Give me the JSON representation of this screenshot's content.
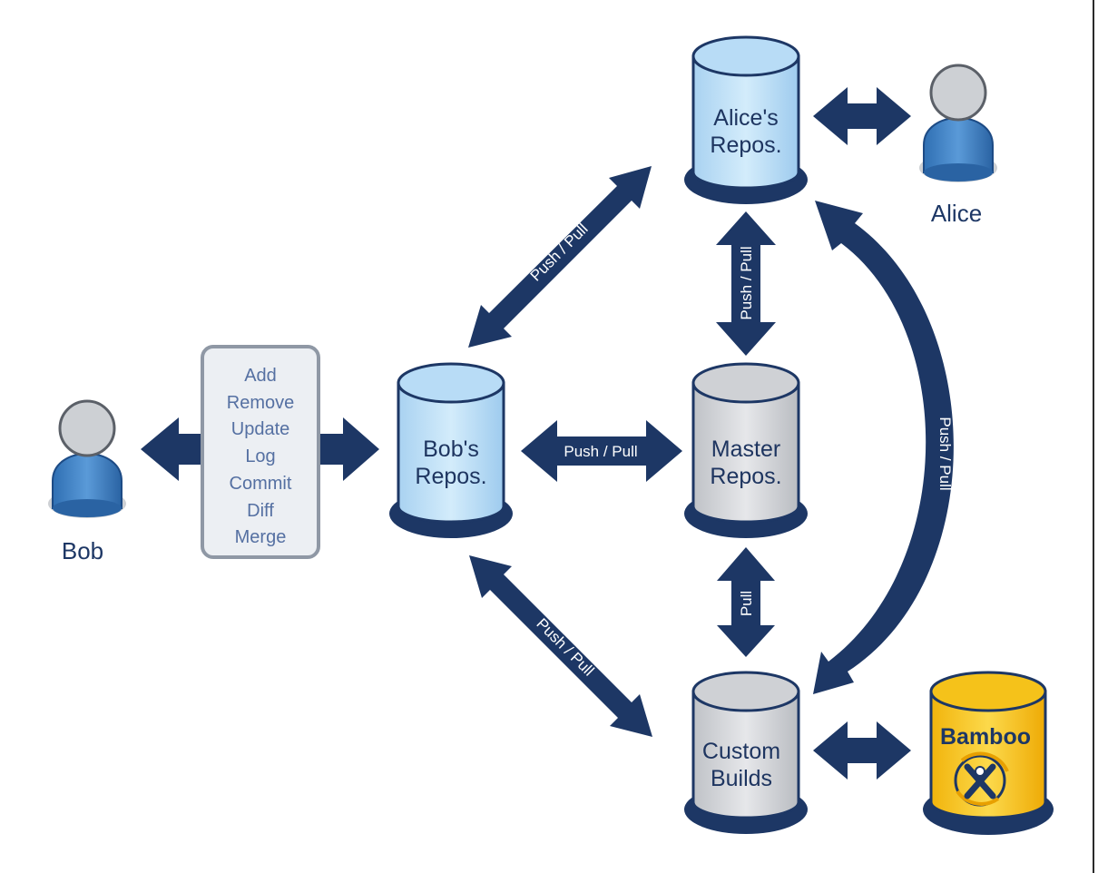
{
  "people": {
    "alice": "Alice",
    "bob": "Bob"
  },
  "repos": {
    "alice": [
      "Alice's",
      "Repos."
    ],
    "bob": [
      "Bob's",
      "Repos."
    ],
    "master": [
      "Master",
      "Repos."
    ],
    "custom": [
      "Custom",
      "Builds"
    ],
    "bamboo": "Bamboo"
  },
  "commands": [
    "Add",
    "Remove",
    "Update",
    "Log",
    "Commit",
    "Diff",
    "Merge"
  ],
  "arrow_labels": {
    "bob_alice": "Push / Pull",
    "alice_master": "Push / Pull",
    "bob_master": "Push / Pull",
    "master_custom": "Pull",
    "bob_custom": "Push / Pull",
    "alice_custom": "Push / Pull"
  },
  "colors": {
    "arrow": "#1d3765",
    "repo_blue": "#bfe0f7",
    "repo_gray": "#d4d6da",
    "bamboo_yellow": "#f7c51e",
    "person_body": "#3d7fc3",
    "person_head": "#cdd0d4"
  }
}
